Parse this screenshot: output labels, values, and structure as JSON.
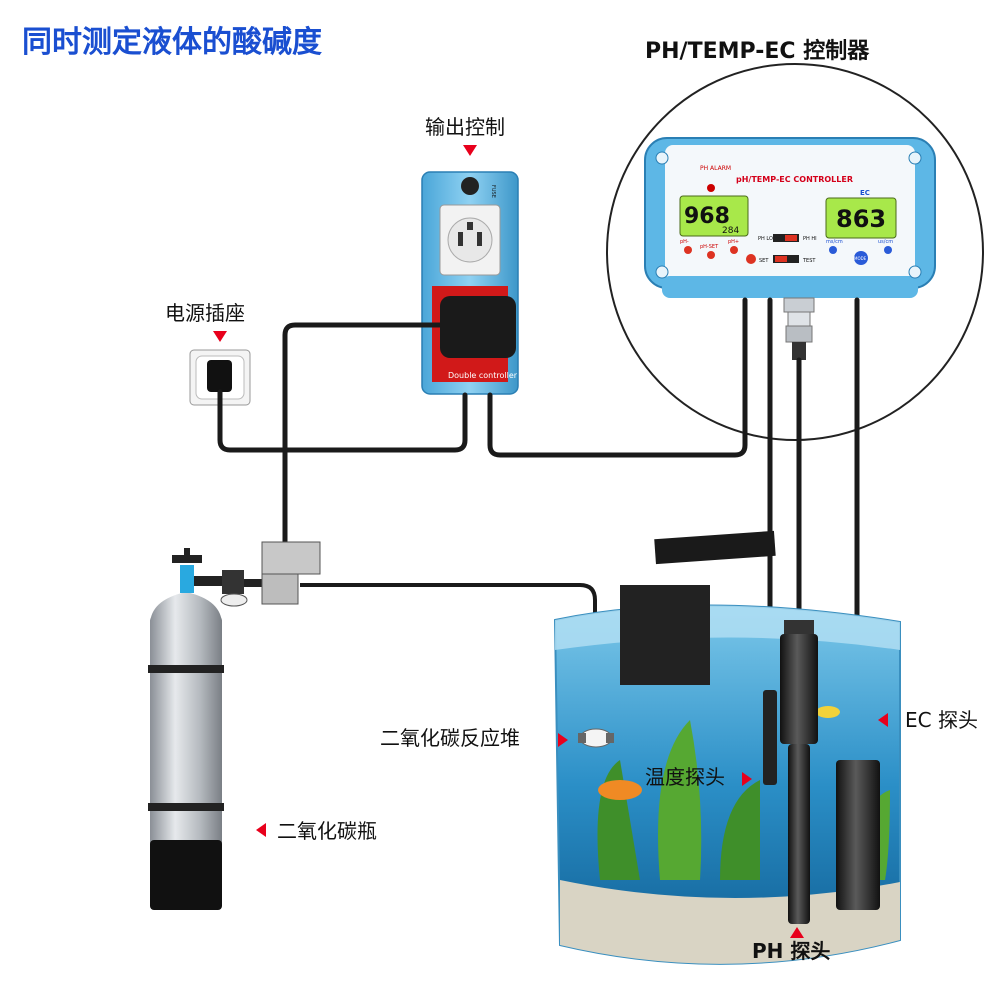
{
  "header": {
    "title": "同时测定液体的酸碱度",
    "product": "PH/TEMP-EC 控制器"
  },
  "labels": {
    "output_control": "输出控制",
    "power_socket": "电源插座",
    "co2_reactor": "二氧化碳反应堆",
    "co2_bottle": "二氧化碳瓶",
    "temp_probe": "温度探头",
    "ec_probe": "EC 探头",
    "ph_probe": "PH 探头"
  },
  "controller": {
    "brand_line": "pH/TEMP-EC CONTROLLER",
    "ph_alarm": "PH\nALARM",
    "ph_reading": "968",
    "temp_reading": "284",
    "ec_label": "EC",
    "ec_reading": "863",
    "ph_minus": "pH-",
    "ph_set": "pH-SET",
    "ph_plus": "pH+",
    "ph_low": "PH\nLOW",
    "ph_hi": "PH\nHI",
    "set": "SET",
    "test": "TEST",
    "ms_cm": "ms/cm",
    "us_cm": "us/cm",
    "mode": "MODE"
  },
  "socket_box": {
    "fuse": "FUSE",
    "footer": "Double controller"
  },
  "colors": {
    "title_blue": "#1a4fd1",
    "controller_blue": "#6cc3ee",
    "lcd_green": "#a8e84a",
    "pointer_red": "#e8001c",
    "cable": "#1a1a1a",
    "tank_water": "#2b8fc7"
  }
}
